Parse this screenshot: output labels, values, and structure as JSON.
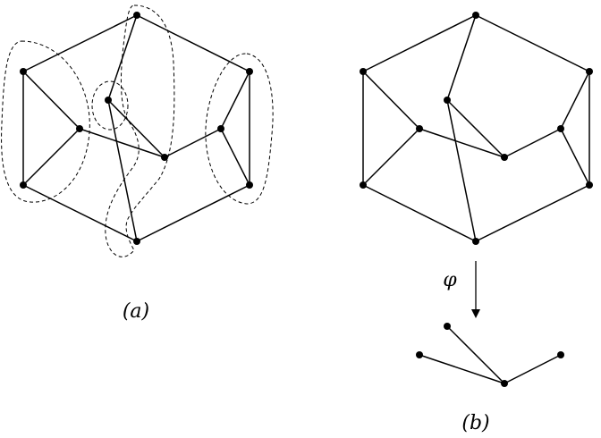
{
  "panel_a": {
    "caption": "(a)"
  },
  "panel_b": {
    "caption": "(b)",
    "map_label": "φ"
  }
}
